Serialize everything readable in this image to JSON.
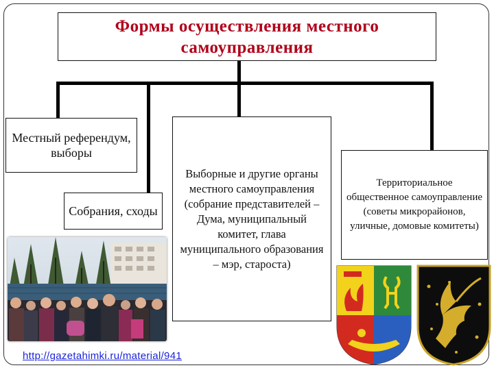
{
  "diagram": {
    "title": "Формы осуществления местного самоуправления",
    "nodes": [
      {
        "id": "referendum",
        "text": "Местный референдум, выборы"
      },
      {
        "id": "assemblies",
        "text": "Собрания, сходы"
      },
      {
        "id": "elected_bodies",
        "text": "Выборные и другие органы местного самоуправления (собрание представителей – Дума, муниципальный комитет, глава муниципального образования – мэр, староста)"
      },
      {
        "id": "territorial",
        "text": "Территориальное общественное самоуправление (советы микрорайонов, уличные, домовые комитеты)"
      }
    ]
  },
  "source_link": "http://gazetahimki.ru/material/941",
  "images": {
    "photo": "people-gathering-photo",
    "coat_of_arms_1": "coat-of-arms-quartered",
    "coat_of_arms_2": "coat-of-arms-black-gold-bird"
  },
  "colors": {
    "title": "#b0001a",
    "link": "#1a22d8",
    "connectors": "#000000"
  }
}
